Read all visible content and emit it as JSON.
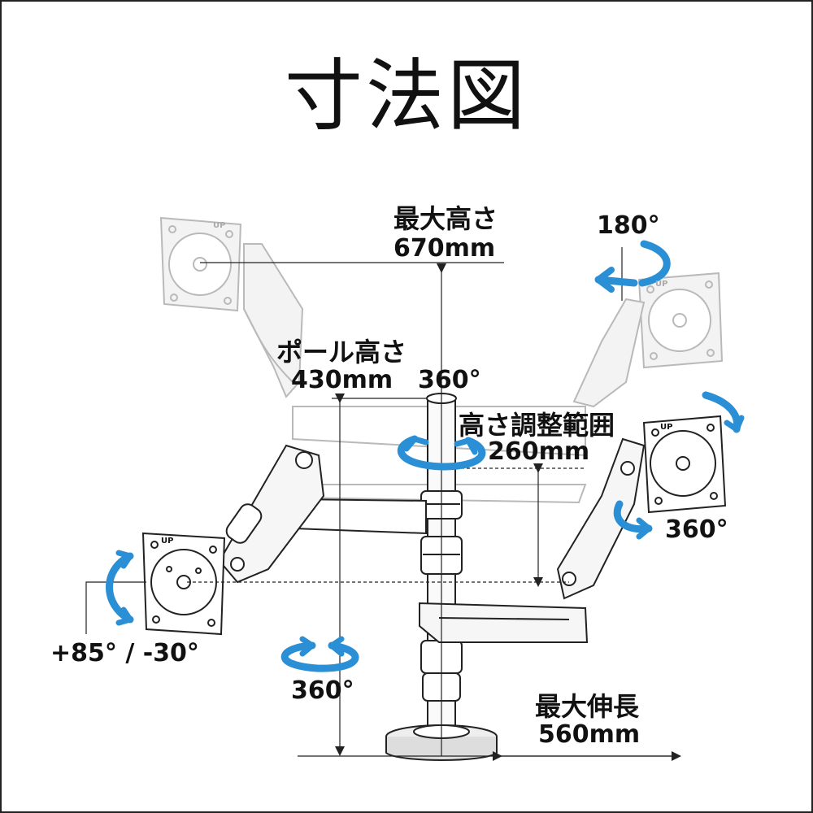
{
  "title": "寸法図",
  "labels": {
    "max_height_title": "最大高さ",
    "max_height_value": "670mm",
    "pole_height_title": "ポール高さ",
    "pole_height_value": "430mm",
    "height_adjust_title": "高さ調整範囲",
    "height_adjust_value": "260mm",
    "max_extension_title": "最大伸長",
    "max_extension_value": "560mm",
    "rotation_180": "180°",
    "rotation_360_top": "360°",
    "rotation_360_right": "360°",
    "rotation_360_bottom": "360°",
    "tilt_range": "+85° / -30°"
  },
  "vesa_plate_text": "UP",
  "colors": {
    "arrow_blue": "#2a8fd4",
    "line": "#222222",
    "fade": "#b9b9b9"
  }
}
